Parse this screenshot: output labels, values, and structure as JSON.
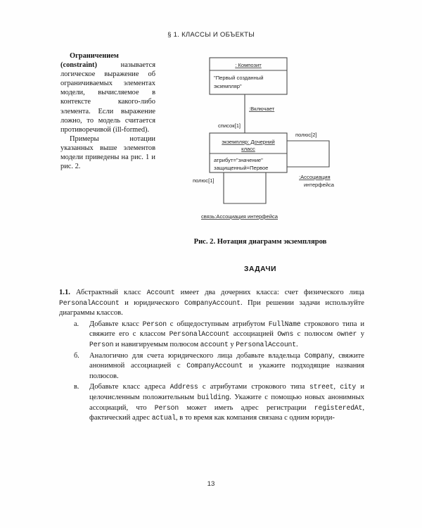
{
  "header": {
    "chapter_title": "§ 1. КЛАССЫ И ОБЪЕКТЫ"
  },
  "left_column": {
    "paragraph_1_bold_lead": "Ограничением (constraint)",
    "paragraph_1_rest": " называется логическое выражение об ограничиваемых элементах модели, вычисляемое в контексте какого-либо элемента. Если выражение ложно, то модель считается противоречивой (ill-formed).",
    "paragraph_2": "Примеры нотации указанных выше элементов модели приведены на рис. 1 и рис. 2."
  },
  "diagram": {
    "composite_name": ": Композит",
    "composite_body": "\"Первый созданный экземпляр\"",
    "link_label": ":Включает",
    "role_spisok": "список[1]",
    "child_name_line1": "экземпляр: Дочерний",
    "child_name_line2": "класс",
    "child_attr_line1": "атрибут=\"значение\"",
    "child_attr_line2": "защищенный=Первое",
    "role_polus2": "полюс[2]",
    "role_polus1": "полюс[1]",
    "assoc_label_line1": ":Ассоциация",
    "assoc_label_line2": "интерфейса",
    "bottom_label": "связь:Ассоциация интерфейса"
  },
  "figure_caption": "Рис. 2. Нотация диаграмм экземпляров",
  "section_heading": "ЗАДАЧИ",
  "tasks": {
    "intro": {
      "number": "1.1.",
      "seg1": " Абстрактный класс ",
      "code1": "Account",
      "seg2": " имеет два дочерних класса: счет физического лица ",
      "code2": "PersonalAccount",
      "seg3": " и юридического ",
      "code3": "CompanyAccount",
      "seg4": ". При решении задачи используйте диаграммы классов."
    },
    "items": [
      {
        "marker": "а.",
        "seg1": "Добавьте класс ",
        "code1": "Person",
        "seg2": " с общедоступным атрибутом ",
        "code2": "FullName",
        "seg3": " строкового типа и свяжите его с классом ",
        "code3": "PersonalAccount",
        "seg4": " ассоциацией ",
        "code4": "Owns",
        "seg5": " с полюсом ",
        "code5": "owner",
        "seg6": " у ",
        "code6": "Person",
        "seg7": " и навигируемым полюсом ",
        "code7": "account",
        "seg8": " у ",
        "code8": "PersonalAccount",
        "seg9": "."
      },
      {
        "marker": "б.",
        "seg1": "Аналогично для счета юридического лица добавьте владельца ",
        "code1": "Company",
        "seg2": ", свяжите анонимной ассоциацией с ",
        "code2": "CompanyAccount",
        "seg3": " и укажите подходящие названия полюсов."
      },
      {
        "marker": "в.",
        "seg1": "Добавьте класс адреса ",
        "code1": "Address",
        "seg2": " с атрибутами строкового типа ",
        "code2": "street",
        "seg3": ", ",
        "code3": "city",
        "seg4": " и целочисленным положительным ",
        "code4": "building",
        "seg5": ". Укажите с помощью новых анонимных ассоциаций, что ",
        "code5": "Person",
        "seg6": " может иметь адрес регистрации ",
        "code6": "registeredAt",
        "seg7": ", фактический адрес ",
        "code7": "actual",
        "seg8": ", в то время как компания связана с одним юриди-"
      }
    ]
  },
  "page_number": "13",
  "colors": {
    "paper": "#fefefe",
    "ink": "#1a1a1a",
    "diagram_stroke": "#4a4a4a"
  }
}
